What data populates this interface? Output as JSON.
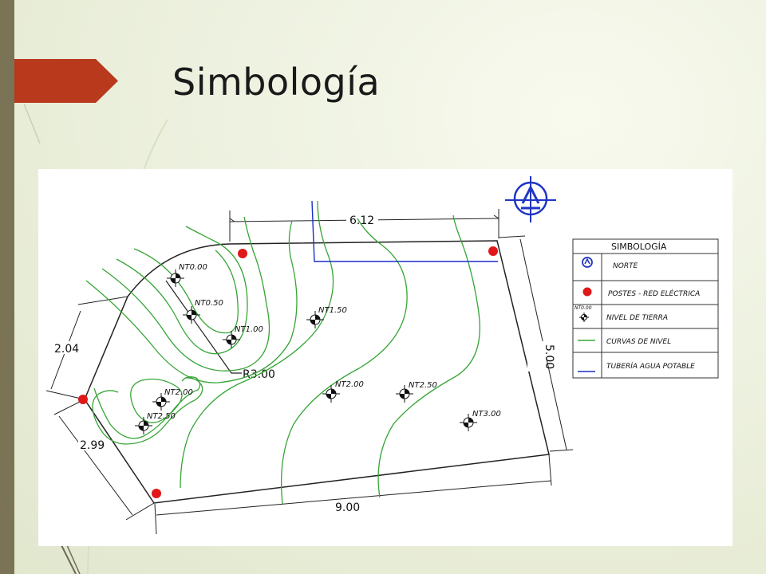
{
  "slide": {
    "title": "Simbología"
  },
  "plan": {
    "dimensions": {
      "top": "6.12",
      "right": "5.00",
      "bottom": "9.00",
      "left_upper": "2.04",
      "left_lower": "2.99",
      "radius": "R3.00"
    },
    "levels": [
      "NT0.00",
      "NT0.50",
      "NT1.00",
      "NT1.50",
      "NT2.00",
      "NT2.50",
      "NT2.00",
      "NT2.50",
      "NT3.00"
    ]
  },
  "legend": {
    "title": "SIMBOLOGÍA",
    "items": [
      "NORTE",
      "POSTES - RED ELÉCTRICA",
      "NIVEL DE TIERRA",
      "CURVAS DE NIVEL",
      "TUBERÍA AGUA POTABLE"
    ],
    "level_sample": "NT0.00"
  },
  "colors": {
    "accent_arrow": "#b8391c",
    "curve_green": "#35a535",
    "pipe_blue": "#1a2fc8",
    "post_red": "#e01818",
    "north_blue": "#1f35c4"
  }
}
